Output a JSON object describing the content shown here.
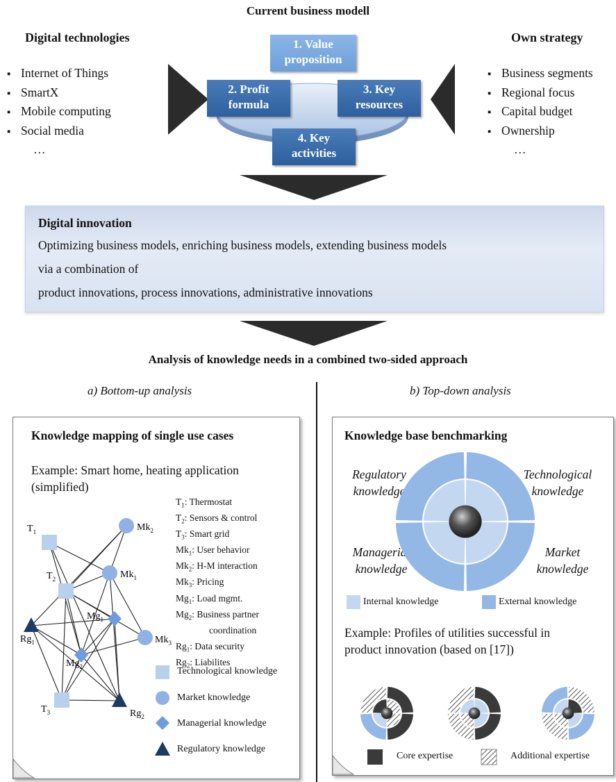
{
  "title": "Current business modell",
  "left": {
    "heading": "Digital technologies",
    "items": [
      "Internet of Things",
      "SmartX",
      "Mobile computing",
      "Social media"
    ],
    "more": "…"
  },
  "right": {
    "heading": "Own strategy",
    "items": [
      "Business segments",
      "Regional focus",
      "Capital budget",
      "Ownership"
    ],
    "more": "…"
  },
  "bm": {
    "b1": [
      "1. Value",
      "proposition"
    ],
    "b2": [
      "2. Profit",
      "formula"
    ],
    "b3": [
      "3. Key",
      "resources"
    ],
    "b4": [
      "4. Key",
      "activities"
    ]
  },
  "banner": {
    "title": "Digital innovation",
    "lines": [
      "Optimizing business models, enriching business models, extending business models",
      "via a combination of",
      "product innovations, process innovations, administrative innovations"
    ]
  },
  "analysis_title": "Analysis of knowledge needs in a combined two-sided approach",
  "left_caption": "a) Bottom-up analysis",
  "right_caption": "b) Top-down analysis",
  "left_doc": {
    "title": "Knowledge mapping of single use cases",
    "example": [
      "Example: Smart home, heating application",
      "(simplified)"
    ],
    "glossary": [
      [
        "T",
        "1",
        ": Thermostat"
      ],
      [
        "T",
        "2",
        ": Sensors & control"
      ],
      [
        "T",
        "3",
        ": Smart grid"
      ],
      [
        "Mk",
        "1",
        ": User behavior"
      ],
      [
        "Mk",
        "2",
        ": H-M interaction"
      ],
      [
        "Mk",
        "3",
        ": Pricing"
      ],
      [
        "Mg",
        "1",
        ": Load mgmt."
      ],
      [
        "Mg",
        "2",
        ": Business partner"
      ],
      [
        "",
        "",
        "coordination"
      ],
      [
        "Rg",
        "1",
        ": Data security"
      ],
      [
        "Rg",
        "2",
        ": Liabilites"
      ]
    ],
    "node_labels": {
      "T1": [
        "T",
        "1"
      ],
      "T2": [
        "T",
        "2"
      ],
      "T3": [
        "T",
        "3"
      ],
      "Mk1": [
        "Mk",
        "1"
      ],
      "Mk2": [
        "Mk",
        "2"
      ],
      "Mk3": [
        "Mk",
        "3"
      ],
      "Mg1": [
        "Mg",
        "1"
      ],
      "Mg2": [
        "Mg",
        "2"
      ],
      "Rg1": [
        "Rg",
        "1"
      ],
      "Rg2": [
        "Rg",
        "2"
      ]
    },
    "legend": [
      "Technological knowledge",
      "Market knowledge",
      "Managerial knowledge",
      "Regulatory knowledge"
    ],
    "colors": {
      "tech": "#b9d0ec",
      "market": "#8fb2e2",
      "managerial": "#6f9cdc",
      "regulatory": "#1f3a60"
    }
  },
  "right_doc": {
    "title": "Knowledge base benchmarking",
    "quadrants": {
      "tl": [
        "Regulatory",
        "knowledge"
      ],
      "tr": [
        "Technological",
        "knowledge"
      ],
      "bl": [
        "Managerial",
        "knowledge"
      ],
      "br": [
        "Market",
        "knowledge"
      ]
    },
    "legend_internal": "Internal knowledge",
    "legend_external": "External knowledge",
    "example": [
      "Example: Profiles of utilities successful in",
      "product innovation (based on [17])"
    ],
    "legend_core": "Core expertise",
    "legend_additional": "Additional expertise",
    "colors": {
      "internal": "#c3d7f1",
      "external": "#93b8e6",
      "core": "#3a3a3a"
    }
  }
}
